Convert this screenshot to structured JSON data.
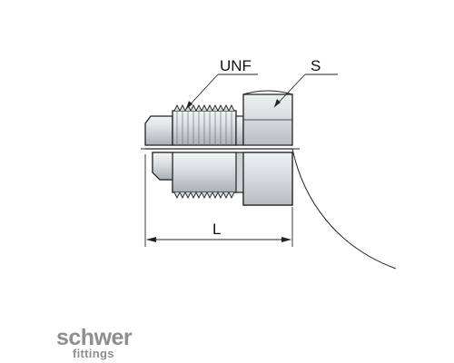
{
  "labels": {
    "thread": "UNF",
    "wrench": "S",
    "length": "L"
  },
  "logo": {
    "brand": "schwer",
    "sub": "fittings"
  },
  "colors": {
    "body_light": "#e9ecee",
    "body_mid": "#c9cdd0",
    "body_dark": "#9aa0a4",
    "outline": "#222222",
    "logo": "#8e8e8e"
  }
}
